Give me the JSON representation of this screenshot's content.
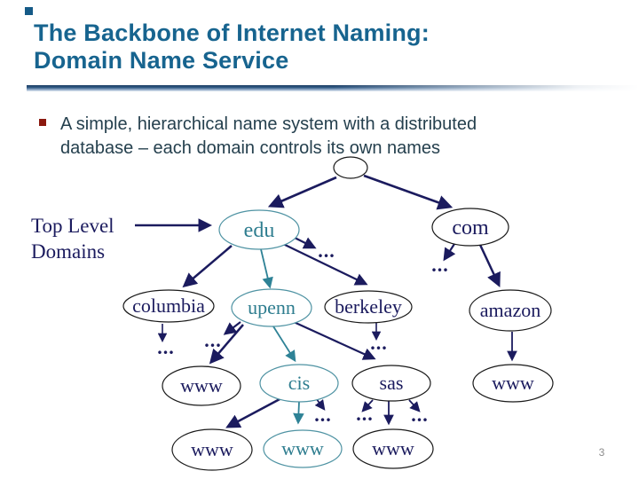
{
  "slide": {
    "title_line1": "The Backbone of Internet Naming:",
    "title_line2": "Domain Name Service",
    "bullet": {
      "line1": "A simple, hierarchical name system with a distributed",
      "line2": "database – each domain controls its own names"
    },
    "page_number": "3"
  },
  "diagram": {
    "side_label": {
      "line1": "Top Level",
      "line2": "Domains"
    },
    "ellipsis": "...",
    "nodes": {
      "root": "",
      "edu": "edu",
      "com": "com",
      "columbia": "columbia",
      "upenn": "upenn",
      "berkeley": "berkeley",
      "amazon": "amazon",
      "www_under_upenn": "www",
      "cis": "cis",
      "sas": "sas",
      "www_under_amazon": "www",
      "www_bottom_left": "www",
      "www_bottom_mid": "www",
      "www_bottom_right": "www"
    },
    "colors": {
      "navy": "#1b1b5e",
      "teal": "#2e7d8f",
      "teal_outline": "#4f93a3",
      "node_outline": "#1a1a1a"
    }
  },
  "theme": {
    "title_color": "#17648f",
    "body_text_color": "#25404e",
    "bullet_marker_color": "#8b190f",
    "rule_gradient_start": "#1e3f66",
    "page_number_color": "#8c8c8c"
  }
}
